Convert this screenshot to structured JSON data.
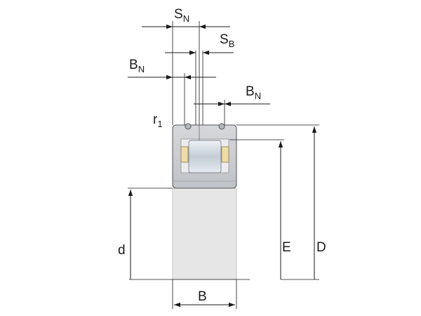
{
  "labels": {
    "s_n": {
      "main": "S",
      "sub": "N"
    },
    "s_b": {
      "main": "S",
      "sub": "B"
    },
    "b_n_left": {
      "main": "B",
      "sub": "N"
    },
    "b_n_right": {
      "main": "B",
      "sub": "N"
    },
    "r1": {
      "main": "r",
      "sub": "1"
    },
    "d": "d",
    "e": "E",
    "big_d": "D",
    "b": "B"
  },
  "colors": {
    "bore": "#e6e6e6",
    "ring": "#c9cbce",
    "ring_edge": "#9a9ea3",
    "roller": "#d4dbe2",
    "cage": "#f0dca8",
    "line": "#1a1a1a"
  }
}
